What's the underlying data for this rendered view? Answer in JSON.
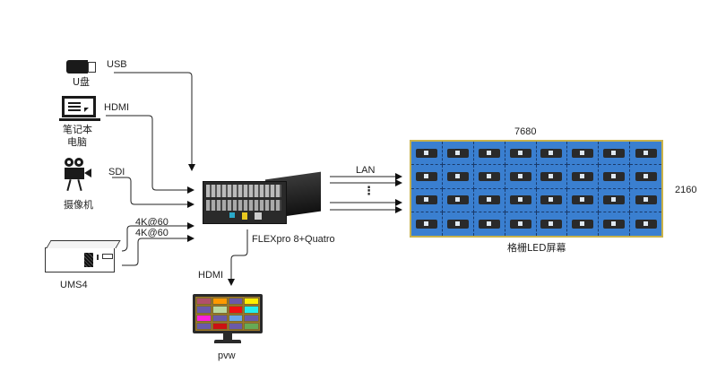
{
  "sources": {
    "usb": {
      "device_label": "U盘",
      "cable_label": "USB"
    },
    "laptop": {
      "device_label_line1": "笔记本",
      "device_label_line2": "电脑",
      "cable_label": "HDMI"
    },
    "camera": {
      "device_label": "摄像机",
      "cable_label": "SDI"
    },
    "ums4": {
      "device_label": "UMS4",
      "cable_label_1": "4K@60",
      "cable_label_2": "4K@60"
    }
  },
  "processor": {
    "label": "FLEXpro 8+Quatro"
  },
  "output_link": {
    "label": "LAN",
    "ellipsis": "⋮"
  },
  "led_screen": {
    "label": "格栅LED屏幕",
    "width_label": "7680",
    "height_label": "2160",
    "columns": 8,
    "rows": 4,
    "panel_color": "#3a7fd0",
    "border_color": "#c9b24a"
  },
  "preview": {
    "cable_label": "HDMI",
    "label": "pvw",
    "tile_colors": [
      "#b0506a",
      "#ff9900",
      "#6a5aa8",
      "#ffee00",
      "#6a5aa8",
      "#b9d8a0",
      "#ee1111",
      "#22eeee",
      "#ff22dd",
      "#6a5aa8",
      "#6aa8e8",
      "#6a5aa8",
      "#6a5aa8",
      "#cc1111",
      "#6a5aa8",
      "#66aa55"
    ]
  }
}
